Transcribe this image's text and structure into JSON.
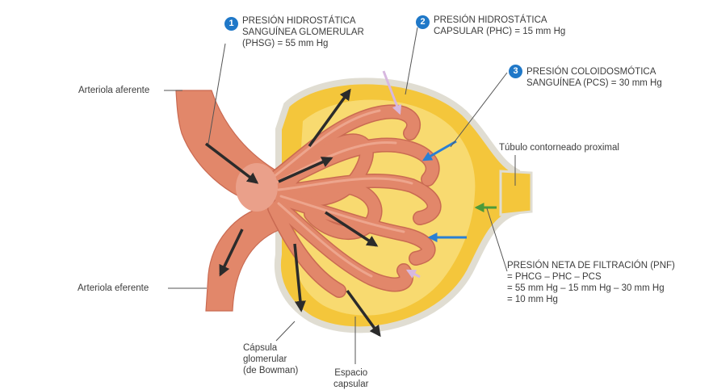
{
  "colors": {
    "badge_fill": "#1f78c8",
    "capsule_fill": "#f6cf3c",
    "vessel_fill": "#e2876a",
    "arrow_dark": "#2b2b2b",
    "arrow_blue": "#2a7fd4",
    "arrow_pink": "#d7b8df",
    "arrow_green": "#4c9a3a"
  },
  "labels": {
    "badge1": "1",
    "phsg": [
      "PRESIÓN HIDROSTÁTICA",
      "SANGUÍNEA GLOMERULAR",
      "(PHSG) = 55 mm Hg"
    ],
    "badge2": "2",
    "phc": [
      "PRESIÓN HIDROSTÁTICA",
      "CAPSULAR (PHC) = 15 mm Hg"
    ],
    "badge3": "3",
    "pcs": [
      "PRESIÓN COLOIDOSMÓTICA",
      "SANGUÍNEA (PCS) = 30 mm Hg"
    ],
    "afferent": "Arteriola aferente",
    "efferent": "Arteriola eferente",
    "tubule": "Túbulo contorneado proximal",
    "pnf": [
      "PRESIÓN NETA DE FILTRACIÓN (PNF)",
      "= PHCG – PHC – PCS",
      "= 55 mm Hg – 15 mm Hg – 30 mm Hg",
      "= 10 mm Hg"
    ],
    "capsule": [
      "Cápsula",
      "glomerular",
      "(de Bowman)"
    ],
    "space": [
      "Espacio",
      "capsular"
    ]
  }
}
